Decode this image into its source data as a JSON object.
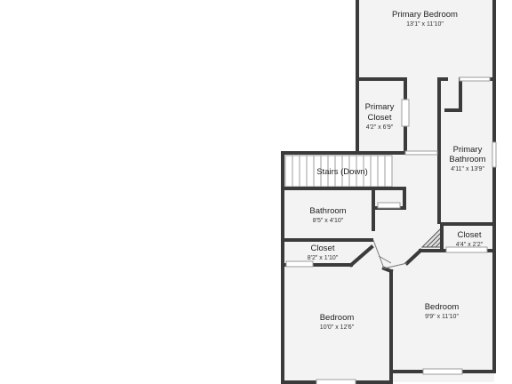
{
  "colors": {
    "wall": "#3b3b3b",
    "floor": "#f3f3f3",
    "window": "#cfd8dc",
    "background": "#ffffff"
  },
  "rooms": {
    "primary_bedroom": {
      "name": "Primary Bedroom",
      "dims": "13'1\" x 11'10\""
    },
    "primary_closet": {
      "name_line1": "Primary",
      "name_line2": "Closet",
      "dims": "4'2\" x 6'9\""
    },
    "primary_bathroom": {
      "name_line1": "Primary",
      "name_line2": "Bathroom",
      "dims": "4'11\" x 13'9\""
    },
    "stairs": {
      "name": "Stairs (Down)"
    },
    "bathroom": {
      "name": "Bathroom",
      "dims": "8'5\" x 4'10\""
    },
    "closet_left": {
      "name": "Closet",
      "dims": "8'2\" x 1'10\""
    },
    "closet_right": {
      "name": "Closet",
      "dims": "4'4\" x 2'2\""
    },
    "bedroom_left": {
      "name": "Bedroom",
      "dims": "10'0\" x 12'6\""
    },
    "bedroom_right": {
      "name": "Bedroom",
      "dims": "9'9\" x 11'10\""
    }
  }
}
